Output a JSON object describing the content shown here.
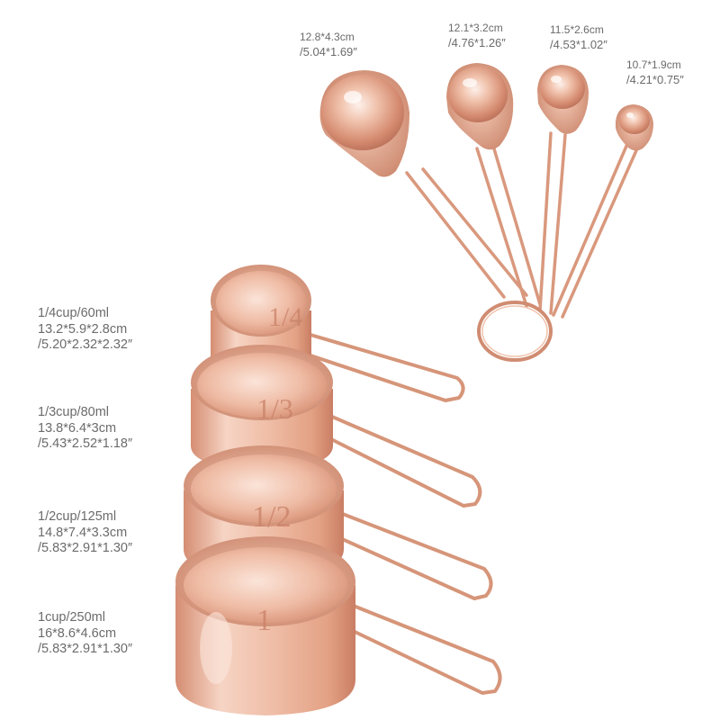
{
  "spoons": [
    {
      "metric": "12.8*4.3cm",
      "imperial": "/5.04*1.69″"
    },
    {
      "metric": "12.1*3.2cm",
      "imperial": "/4.76*1.26″"
    },
    {
      "metric": "11.5*2.6cm",
      "imperial": "/4.53*1.02″"
    },
    {
      "metric": "10.7*1.9cm",
      "imperial": "/4.21*0.75″"
    }
  ],
  "cups": [
    {
      "name": "1/4cup/60ml",
      "metric": "13.2*5.9*2.8cm",
      "imperial": "/5.20*2.32*2.32″",
      "engraving": "1/4"
    },
    {
      "name": "1/3cup/80ml",
      "metric": "13.8*6.4*3cm",
      "imperial": "/5.43*2.52*1.18″",
      "engraving": "1/3"
    },
    {
      "name": "1/2cup/125ml",
      "metric": "14.8*7.4*3.3cm",
      "imperial": "/5.83*2.91*1.30″",
      "engraving": "1/2"
    },
    {
      "name": "1cup/250ml",
      "metric": "16*8.6*4.6cm",
      "imperial": "/5.83*2.91*1.30″",
      "engraving": "1"
    }
  ],
  "colors": {
    "copper_light": "#f6d2c1",
    "copper_mid": "#e6a88c",
    "copper_dark": "#b8705a",
    "label_text": "#6b6b6b"
  }
}
